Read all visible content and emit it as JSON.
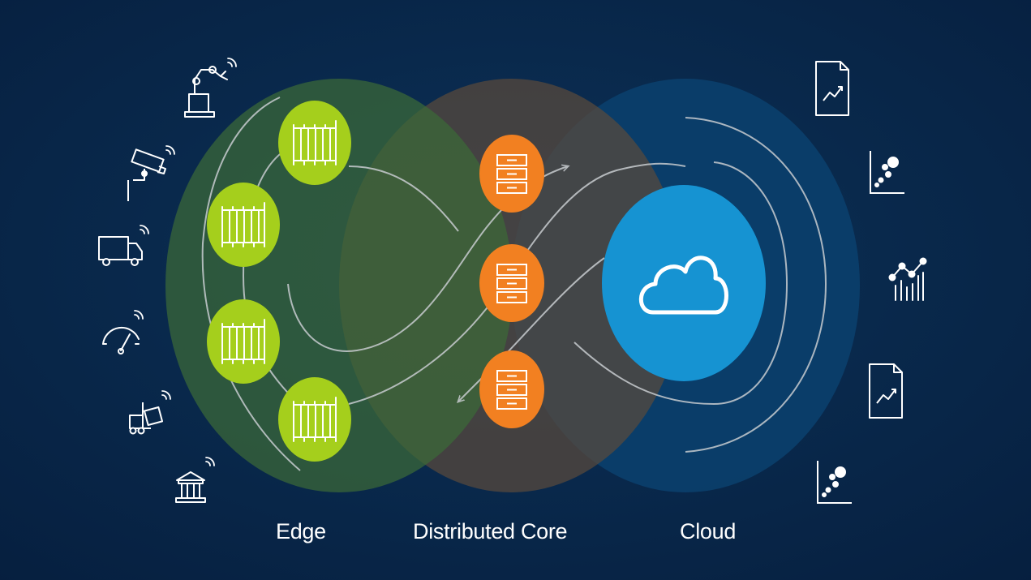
{
  "labels": {
    "edge": "Edge",
    "core": "Distributed Core",
    "cloud": "Cloud"
  },
  "colors": {
    "background": "#082649",
    "edge_zone": "#2f4e37",
    "core_zone": "#463f3a",
    "cloud_zone": "#0b3e6a",
    "edge_node": "#a5cf1c",
    "core_node": "#f28021",
    "cloud_node": "#1693d2",
    "flow_lines": "#c8ccd0",
    "icons": "#ffffff"
  },
  "edge_devices": [
    "robot-arm-icon",
    "security-camera-icon",
    "delivery-truck-icon",
    "gauge-icon",
    "forklift-icon",
    "bank-building-icon"
  ],
  "edge_nodes": [
    "edge-gateway-icon",
    "edge-gateway-icon",
    "edge-gateway-icon",
    "edge-gateway-icon"
  ],
  "core_nodes": [
    "server-rack-icon",
    "server-rack-icon",
    "server-rack-icon"
  ],
  "cloud_node": "cloud-icon",
  "analytics_outputs": [
    "report-trend-icon",
    "scatter-plot-icon",
    "bar-line-chart-icon",
    "report-trend-icon",
    "scatter-plot-icon"
  ]
}
